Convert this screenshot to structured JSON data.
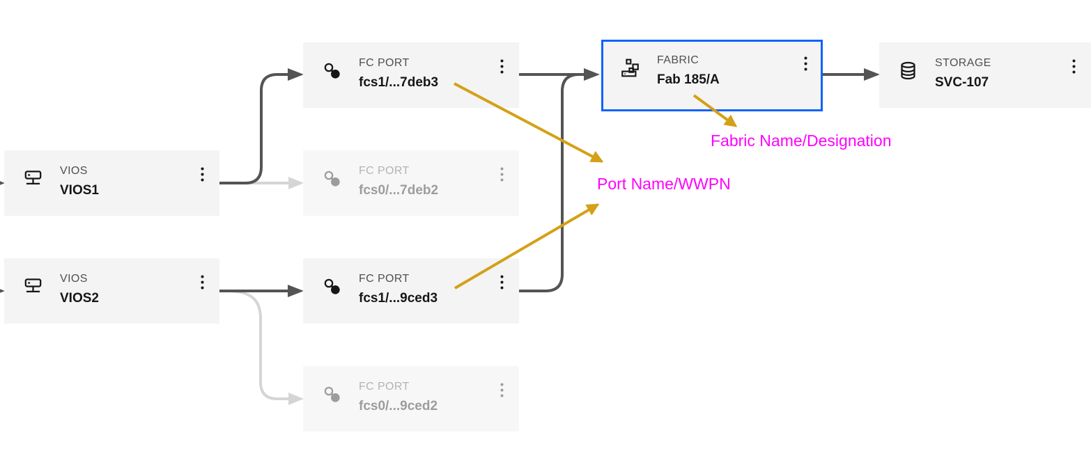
{
  "diagram": {
    "nodes": [
      {
        "id": "vios1",
        "type_label": "VIOS",
        "name": "VIOS1",
        "state": "normal"
      },
      {
        "id": "vios2",
        "type_label": "VIOS",
        "name": "VIOS2",
        "state": "normal"
      },
      {
        "id": "fcport1",
        "type_label": "FC PORT",
        "name": "fcs1/...7deb3",
        "state": "normal"
      },
      {
        "id": "fcport2",
        "type_label": "FC PORT",
        "name": "fcs0/...7deb2",
        "state": "inactive"
      },
      {
        "id": "fcport3",
        "type_label": "FC PORT",
        "name": "fcs1/...9ced3",
        "state": "normal"
      },
      {
        "id": "fcport4",
        "type_label": "FC PORT",
        "name": "fcs0/...9ced2",
        "state": "inactive"
      },
      {
        "id": "fabric1",
        "type_label": "FABRIC",
        "name": "Fab 185/A",
        "state": "selected"
      },
      {
        "id": "storage1",
        "type_label": "STORAGE",
        "name": "SVC-107",
        "state": "normal"
      }
    ],
    "edges": [
      {
        "from": "offscreen-left",
        "to": "vios1",
        "state": "active"
      },
      {
        "from": "offscreen-left",
        "to": "vios2",
        "state": "active"
      },
      {
        "from": "vios1",
        "to": "fcport1",
        "state": "active"
      },
      {
        "from": "vios1",
        "to": "fcport2",
        "state": "inactive"
      },
      {
        "from": "vios2",
        "to": "fcport3",
        "state": "active"
      },
      {
        "from": "vios2",
        "to": "fcport4",
        "state": "inactive"
      },
      {
        "from": "fcport1",
        "to": "fabric1",
        "state": "active"
      },
      {
        "from": "fcport3",
        "to": "fabric1",
        "state": "active"
      },
      {
        "from": "fabric1",
        "to": "storage1",
        "state": "active"
      }
    ],
    "annotations": [
      {
        "id": "fabric-name",
        "text": "Fabric Name/Designation",
        "points_to": "fabric1 name"
      },
      {
        "id": "port-name",
        "text": "Port Name/WWPN",
        "points_to": "fcport1 and fcport3 names"
      }
    ],
    "colors": {
      "card_bg": "#f4f4f4",
      "title_text": "#161616",
      "label_text": "#4f4f4f",
      "edge_active": "#545454",
      "edge_inactive": "#d5d5d5",
      "selected_border": "#0f62fe",
      "annotation_arrow": "#D4A017",
      "annotation_text": "#ff00ff"
    }
  }
}
